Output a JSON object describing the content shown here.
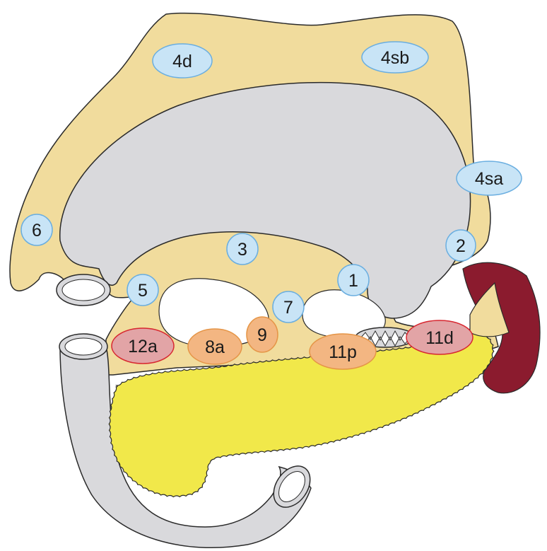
{
  "colors": {
    "omentum": "#f1dc9d",
    "stomach": "#d9d9dc",
    "pancreas": "#f1e84a",
    "spleen": "#8b1b2e",
    "outline": "#2a2a2a",
    "node_blue": "#c8e4f6",
    "node_blue_stroke": "#6aaee0",
    "node_orange": "#f3b682",
    "node_orange_stroke": "#e59547",
    "node_red": "#e2a4a6",
    "node_red_stroke": "#d7262f"
  },
  "nodes": [
    {
      "id": "n4d",
      "label": "4d",
      "group": "blue"
    },
    {
      "id": "n4sb",
      "label": "4sb",
      "group": "blue"
    },
    {
      "id": "n4sa",
      "label": "4sa",
      "group": "blue"
    },
    {
      "id": "n6",
      "label": "6",
      "group": "blue"
    },
    {
      "id": "n2",
      "label": "2",
      "group": "blue"
    },
    {
      "id": "n3",
      "label": "3",
      "group": "blue"
    },
    {
      "id": "n1",
      "label": "1",
      "group": "blue"
    },
    {
      "id": "n5",
      "label": "5",
      "group": "blue"
    },
    {
      "id": "n7",
      "label": "7",
      "group": "blue"
    },
    {
      "id": "n9",
      "label": "9",
      "group": "orange"
    },
    {
      "id": "n12a",
      "label": "12a",
      "group": "red"
    },
    {
      "id": "n8a",
      "label": "8a",
      "group": "orange"
    },
    {
      "id": "n11p",
      "label": "11p",
      "group": "orange"
    },
    {
      "id": "n11d",
      "label": "11d",
      "group": "red"
    }
  ]
}
